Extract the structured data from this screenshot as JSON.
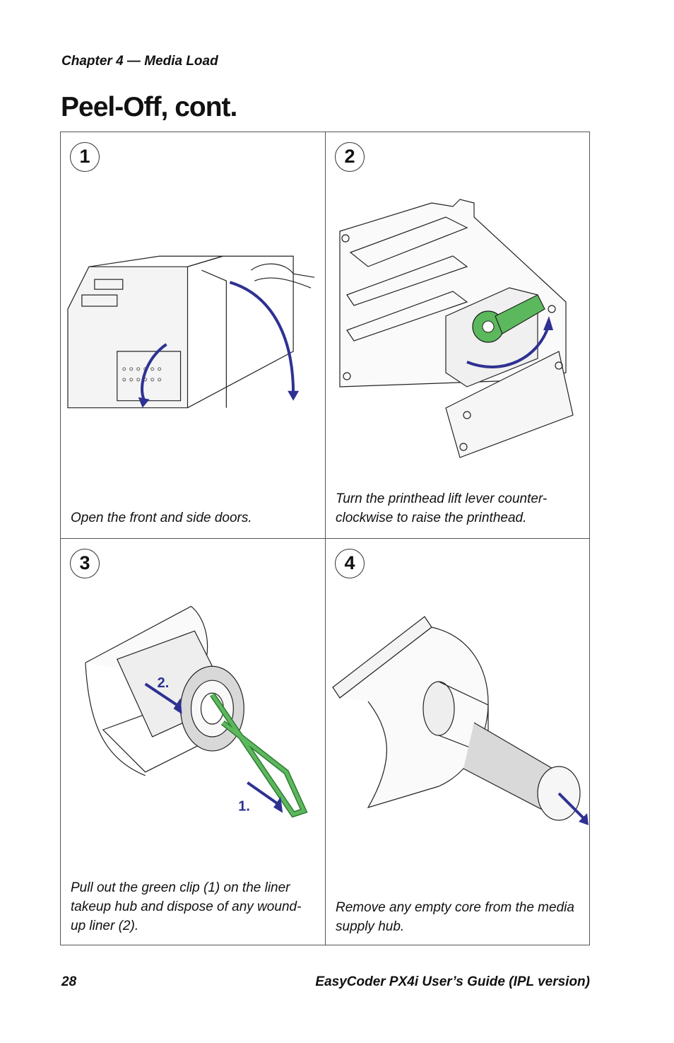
{
  "header": {
    "chapter": "Chapter 4 — Media Load",
    "title": "Peel-Off, cont."
  },
  "steps": [
    {
      "number": "1",
      "caption": "Open the front and side doors.",
      "illustration": "printer-doors-icon"
    },
    {
      "number": "2",
      "caption": "Turn the printhead lift lever counter-clockwise to raise the printhead.",
      "illustration": "printhead-lever-icon"
    },
    {
      "number": "3",
      "caption": "Pull out the green clip (1) on the liner takeup hub and dispose of any wound-up liner (2).",
      "illustration": "liner-takeup-hub-icon",
      "labels": {
        "clip": "1.",
        "liner": "2."
      }
    },
    {
      "number": "4",
      "caption": "Remove any empty core from the media supply hub.",
      "illustration": "media-supply-hub-icon"
    }
  ],
  "footer": {
    "page": "28",
    "guide": "EasyCoder PX4i User’s Guide (IPL version)"
  },
  "colors": {
    "arrow": "#2e3192",
    "clip": "#5cb85c"
  }
}
